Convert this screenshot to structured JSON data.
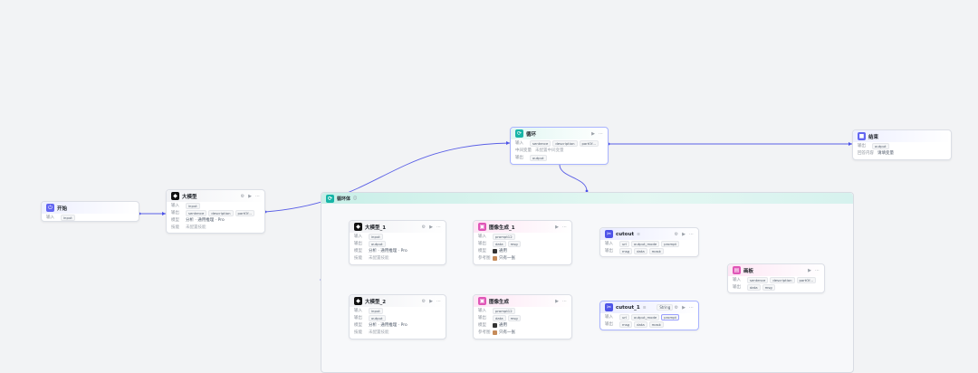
{
  "colors": {
    "accent": "#4d53e8",
    "edge": "#5a5fe6",
    "loop_teal": "#17b5a7",
    "image_pink": "#e056b7"
  },
  "nodes": {
    "start": {
      "title": "开始",
      "input_label": "输入",
      "input_tag": "input"
    },
    "llm_main": {
      "title": "大模型",
      "input_label": "输入",
      "input_tag": "input",
      "output_label": "输出",
      "output_tags": [
        "sentence",
        "description",
        "partOf..."
      ],
      "model_label": "模型",
      "model_value": "分析 · 通用推理 · Pro",
      "skill_label": "技能",
      "skill_value": "未配置技能"
    },
    "loop": {
      "title": "循环",
      "input_label": "输入",
      "input_tags": [
        "sentence",
        "description",
        "partOf..."
      ],
      "var_label": "中间变量",
      "var_value": "未配置中间变量",
      "output_label": "输出",
      "output_tag": "output"
    },
    "end": {
      "title": "结束",
      "output_label": "输出",
      "output_tag": "output",
      "reply_label": "回答内容",
      "reply_value": "请填变量"
    },
    "loop_body": {
      "title": "循环体"
    },
    "llm1": {
      "title": "大模型_1",
      "input_label": "输入",
      "input_tag": "input",
      "output_label": "输出",
      "output_tag": "output",
      "model_label": "模型",
      "model_value": "分析 · 通用推理 · Pro",
      "skill_label": "技能",
      "skill_value": "未配置技能"
    },
    "llm2": {
      "title": "大模型_2",
      "input_label": "输入",
      "input_tag": "input",
      "output_label": "输出",
      "output_tag": "output",
      "model_label": "模型",
      "model_value": "分析 · 通用推理 · Pro",
      "skill_label": "技能",
      "skill_value": "未配置技能"
    },
    "img1": {
      "title": "图像生成_1",
      "input_label": "输入",
      "input_tag": "prompt12",
      "output_label": "输出",
      "output_tags": [
        "data",
        "msg"
      ],
      "model_label": "模型",
      "model_value": "通用",
      "ref_label": "参考图",
      "ref_value": "只有一张"
    },
    "img2": {
      "title": "图像生成",
      "input_label": "输入",
      "input_tag": "prompt12",
      "output_label": "输出",
      "output_tags": [
        "data",
        "msg"
      ],
      "model_label": "模型",
      "model_value": "通用",
      "ref_label": "参考图",
      "ref_value": "只有一张"
    },
    "cutout": {
      "title": "cutout",
      "input_label": "输入",
      "input_tags": [
        "url",
        "output_mode",
        "prompt"
      ],
      "output_label": "输出",
      "output_tags": [
        "msg",
        "data",
        "mask"
      ]
    },
    "cutout1": {
      "title": "cutout_1",
      "tooltip": "String",
      "input_label": "输入",
      "input_tags": [
        "url",
        "output_mode",
        "prompt"
      ],
      "output_label": "输出",
      "output_tags": [
        "msg",
        "data",
        "mask"
      ]
    },
    "canvas": {
      "title": "画板",
      "input_label": "输入",
      "input_tags": [
        "sentence",
        "description",
        "partOf..."
      ],
      "output_label": "输出",
      "output_tags": [
        "data",
        "msg"
      ]
    }
  }
}
